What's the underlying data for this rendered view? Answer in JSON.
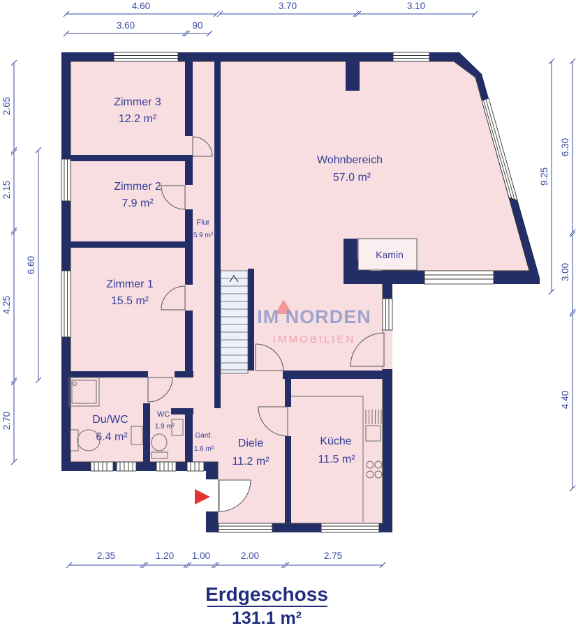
{
  "title": {
    "floor": "Erdgeschoss",
    "area": "131.1 m²"
  },
  "watermark": {
    "line1": "IM NORDEN",
    "line2": "IMMOBILIEN",
    "icon": "north-triangle"
  },
  "rooms": {
    "z3": {
      "name": "Zimmer 3",
      "area": "12.2 m²"
    },
    "z2": {
      "name": "Zimmer 2",
      "area": "7.9 m²"
    },
    "z1": {
      "name": "Zimmer 1",
      "area": "15.5 m²"
    },
    "flur": {
      "name": "Flur",
      "area": "5.9 m²"
    },
    "wohn": {
      "name": "Wohnbereich",
      "area": "57.0 m²"
    },
    "kamin": {
      "name": "Kamin",
      "area": ""
    },
    "duwc": {
      "name": "Du/WC",
      "area": "6.4 m²"
    },
    "wc": {
      "name": "WC",
      "area": "1.9 m²"
    },
    "gard": {
      "name": "Gard.",
      "area": "1.6 m²"
    },
    "diele": {
      "name": "Diele",
      "area": "11.2 m²"
    },
    "kueche": {
      "name": "Küche",
      "area": "11.5 m²"
    }
  },
  "dimensions": {
    "top": [
      "4.60",
      "3.70",
      "3.10"
    ],
    "top_row2": [
      "3.60",
      "90"
    ],
    "left": [
      "2.65",
      "2.15",
      "4.25",
      "2.70"
    ],
    "left_inner": "6.60",
    "right": [
      "6.30",
      "3.00",
      "4.40"
    ],
    "right_inner": "9.25",
    "bottom": [
      "2.35",
      "1.20",
      "1.00",
      "2.00",
      "2.75"
    ]
  },
  "colors": {
    "wall": "#232e66",
    "room_fill": "#f8dde1",
    "stair_fill": "#edf0f9",
    "kamin_fill": "#fbeef0",
    "dimension_text": "#3b4aa5",
    "entrance_arrow": "#e63232",
    "watermark_blue": "#8e9ccd",
    "watermark_pink": "#f3a0ad"
  }
}
